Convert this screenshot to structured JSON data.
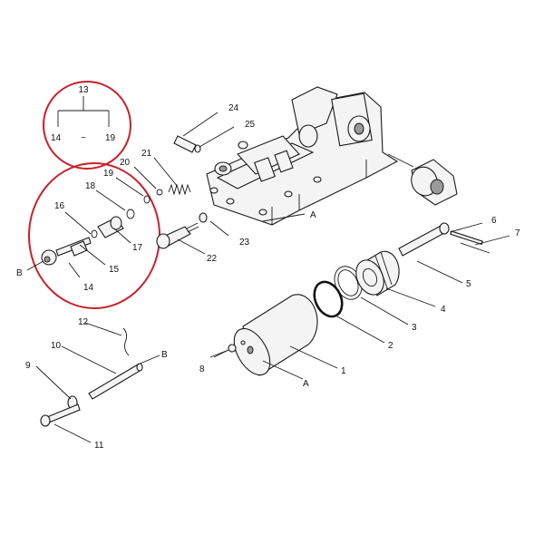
{
  "diagram": {
    "group": {
      "label": "13",
      "from": "14",
      "dash": "~",
      "to": "19"
    },
    "labels": {
      "n1": "1",
      "n2": "2",
      "n3": "3",
      "n4": "4",
      "n5": "5",
      "n6": "6",
      "n7": "7",
      "n8": "8",
      "n9": "9",
      "n10": "10",
      "n11": "11",
      "n12": "12",
      "n14": "14",
      "n15": "15",
      "n16": "16",
      "n17": "17",
      "n18": "18",
      "n19": "19",
      "n20": "20",
      "n21": "21",
      "n22": "22",
      "n23": "23",
      "n24": "24",
      "n25": "25",
      "refA_housing": "A",
      "refA_cylinder": "A",
      "refB_valve": "B",
      "refB_rod": "B"
    },
    "highlight_color": "#c8202a",
    "line_color": "#1a1a1a"
  }
}
